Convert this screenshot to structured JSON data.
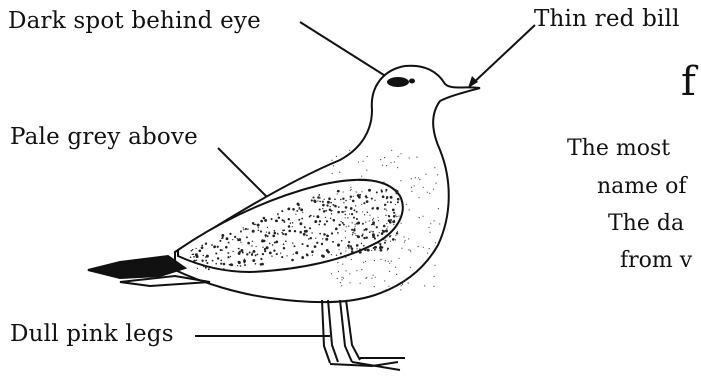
{
  "labels": {
    "dark_spot": "Dark spot behind eye",
    "thin_bill": "Thin red bill",
    "pale_grey": "Pale grey above",
    "dull_legs": "Dull pink legs"
  },
  "side_text": {
    "glyph": "f",
    "lines": [
      "The most",
      "name of",
      "The da",
      "from v"
    ]
  }
}
